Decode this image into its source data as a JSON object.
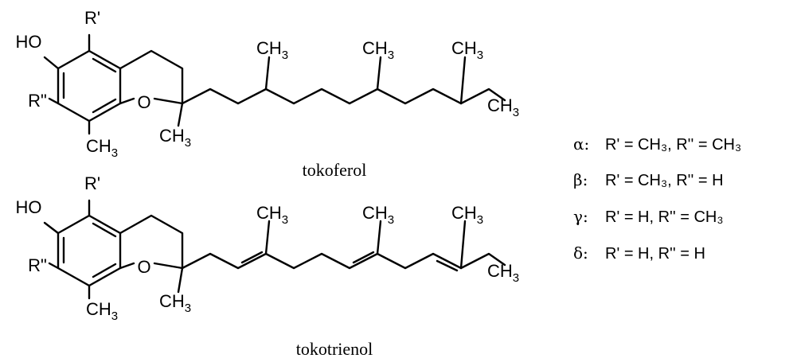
{
  "labels": {
    "hydroxyl": "HO",
    "r1": "R'",
    "r2": "R\"",
    "oxygen": "O",
    "methyl_main": "CH",
    "methyl_sub": "3"
  },
  "captions": {
    "tocopherol": "tokoferol",
    "tocotrienol": "tokotrienol"
  },
  "legend": [
    {
      "symbol": "α:",
      "text": "R' = CH₃, R'' = CH₃"
    },
    {
      "symbol": "β:",
      "text": "R' = CH₃, R'' = H"
    },
    {
      "symbol": "γ:",
      "text": "R' = H, R'' = CH₃"
    },
    {
      "symbol": "δ:",
      "text": "R' = H, R'' = H"
    }
  ]
}
